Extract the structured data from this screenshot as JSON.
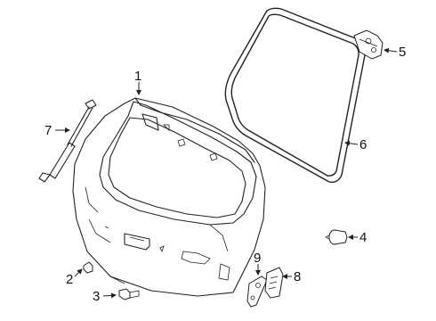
{
  "callouts": [
    {
      "id": "1",
      "label": "1",
      "part": "liftgate"
    },
    {
      "id": "2",
      "label": "2",
      "part": "bumper-stop"
    },
    {
      "id": "3",
      "label": "3",
      "part": "bolt"
    },
    {
      "id": "4",
      "label": "4",
      "part": "stop-cushion"
    },
    {
      "id": "5",
      "label": "5",
      "part": "hinge"
    },
    {
      "id": "6",
      "label": "6",
      "part": "weatherstrip"
    },
    {
      "id": "7",
      "label": "7",
      "part": "lift-support-strut"
    },
    {
      "id": "8",
      "label": "8",
      "part": "striker-guide"
    },
    {
      "id": "9",
      "label": "9",
      "part": "bracket"
    }
  ]
}
